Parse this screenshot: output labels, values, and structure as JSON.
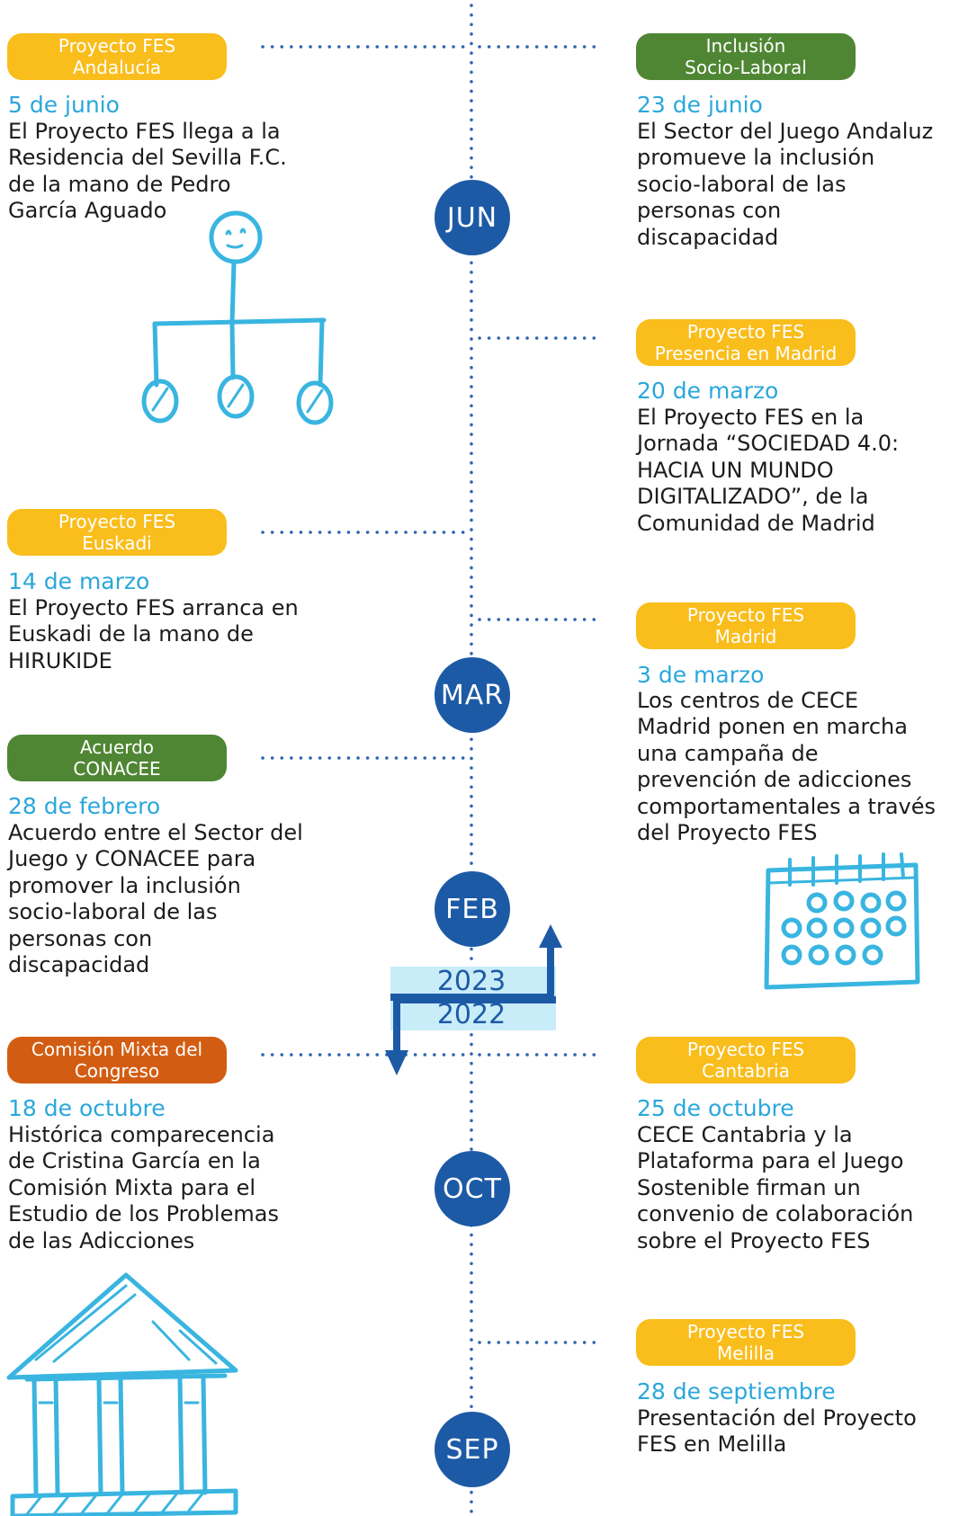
{
  "colors": {
    "axis": "#2f64b0",
    "month_bubble": "#1d5aa6",
    "date_text": "#2aa7db",
    "pill_yellow": "#f9bd1c",
    "pill_green": "#4f8633",
    "pill_orange": "#d25d12",
    "year_band": "#c9ecf9",
    "sketch": "#39b5e0"
  },
  "years": {
    "upper": "2023",
    "lower": "2022"
  },
  "months": [
    "JUN",
    "MAR",
    "FEB",
    "OCT",
    "SEP"
  ],
  "events": [
    {
      "tag": [
        "Proyecto FES",
        "Andalucía"
      ],
      "date": "5 de junio",
      "text": [
        "El Proyecto FES llega a la",
        "Residencia del Sevilla F.C.",
        "de la mano de Pedro",
        "García Aguado"
      ]
    },
    {
      "tag": [
        "Inclusión",
        "Socio-Laboral"
      ],
      "date": "23 de junio",
      "text": [
        "El Sector del Juego Andaluz",
        "promueve la inclusión",
        "socio-laboral de las",
        "personas con",
        "discapacidad"
      ]
    },
    {
      "tag": [
        "Proyecto FES",
        "Presencia en Madrid"
      ],
      "date": "20 de marzo",
      "text": [
        "El Proyecto FES en la",
        "Jornada “SOCIEDAD 4.0:",
        "HACIA UN MUNDO",
        "DIGITALIZADO”, de la",
        "Comunidad de Madrid"
      ]
    },
    {
      "tag": [
        "Proyecto FES",
        "Euskadi"
      ],
      "date": "14 de marzo",
      "text": [
        "El Proyecto FES arranca en",
        "Euskadi de la mano de",
        "HIRUKIDE"
      ]
    },
    {
      "tag": [
        "Proyecto FES",
        "Madrid"
      ],
      "date": "3 de marzo",
      "text": [
        "Los centros de CECE",
        "Madrid ponen en marcha",
        "una campaña de",
        "prevención de adicciones",
        "comportamentales a través",
        "del Proyecto FES"
      ]
    },
    {
      "tag": [
        "Acuerdo",
        "CONACEE"
      ],
      "date": "28 de febrero",
      "text": [
        "Acuerdo entre el Sector del",
        "Juego y CONACEE para",
        "promover la inclusión",
        "socio-laboral de las",
        "personas con",
        "discapacidad"
      ]
    },
    {
      "tag": [
        "Comisión Mixta del",
        "Congreso"
      ],
      "date": "18 de octubre",
      "text": [
        "Histórica comparecencia",
        "de Cristina García en la",
        "Comisión Mixta para el",
        "Estudio de los Problemas",
        "de las Adicciones"
      ]
    },
    {
      "tag": [
        "Proyecto FES",
        "Cantabria"
      ],
      "date": "25 de octubre",
      "text": [
        "CECE Cantabria y la",
        "Plataforma para el Juego",
        "Sostenible firman un",
        "convenio de colaboración",
        "sobre el Proyecto FES"
      ]
    },
    {
      "tag": [
        "Proyecto FES",
        "Melilla"
      ],
      "date": "28 de septiembre",
      "text": [
        "Presentación del Proyecto",
        "FES en Melilla"
      ]
    }
  ]
}
